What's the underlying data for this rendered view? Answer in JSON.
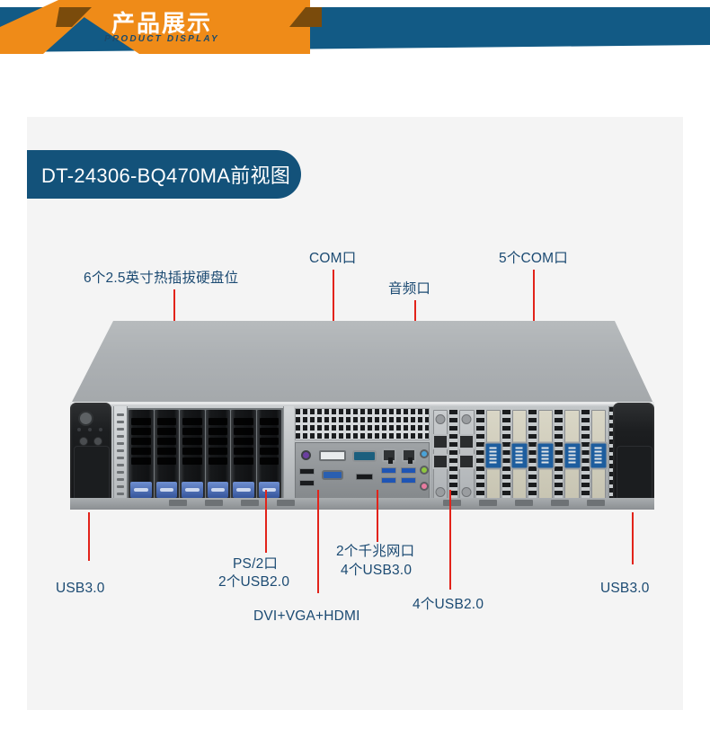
{
  "banner": {
    "title_cn": "产品展示",
    "title_en": "PRODUCT DISPLAY",
    "orange": "#ef8b18",
    "blue": "#125a85"
  },
  "product": {
    "title": "DT-24306-BQ470MA前视图",
    "title_pill_color": "#13527a"
  },
  "callouts": {
    "drive_bays": "6个2.5英寸热插拔硬盘位",
    "com_port": "COM口",
    "audio_port": "音频口",
    "com_ports_5": "5个COM口",
    "usb30_left": "USB3.0",
    "usb30_right": "USB3.0",
    "ps2_port": "PS/2口",
    "usb20_2": "2个USB2.0",
    "video_ports": "DVI+VGA+HDMI",
    "lan_ports": "2个千兆网口",
    "usb30_4": "4个USB3.0",
    "usb20_4": "4个USB2.0",
    "leader_color": "#e2231a",
    "text_color": "#1b4a72"
  },
  "chassis": {
    "drive_bay_count": 6,
    "com_slot_count": 5,
    "usb_slot_count": 2,
    "latch_color": "#35559c",
    "audio_jacks": [
      "blue",
      "green",
      "pink"
    ],
    "usb3_count": 4,
    "usb2_count": 2,
    "lan_count": 2
  }
}
